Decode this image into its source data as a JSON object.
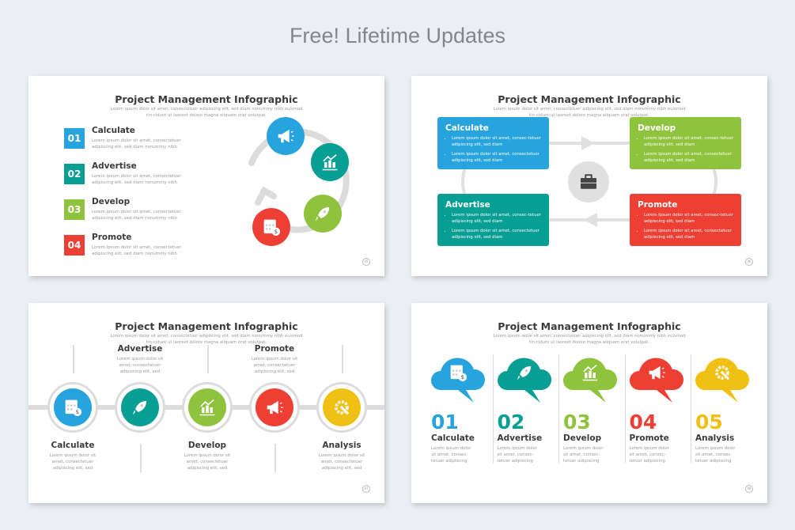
{
  "header": {
    "title": "Free! Lifetime Updates"
  },
  "colors": {
    "blue": "#27a4dd",
    "teal": "#079e94",
    "green": "#8fc33d",
    "red": "#ee3f35",
    "yellow": "#f1c014",
    "gray": "#dcdcdc"
  },
  "slides": [
    {
      "title": "Project Management Infographic",
      "subtitle": "Lorem ipsum dolor sit amet, consectetuer adipiscing elit, sed diam nonummy nibh euismod tin-cidunt ut laoreet dolore magna aliquam erat volutpat.",
      "page": "05",
      "items": [
        {
          "num": "01",
          "label": "Calculate",
          "desc": "Lorem ipsum dolor sit amet, consectetuer adipiscing elit, sed diam nonummy nibh",
          "icon": "calculator"
        },
        {
          "num": "02",
          "label": "Advertise",
          "desc": "Lorem ipsum dolor sit amet, consectetuer adipiscing elit, sed diam nonummy nibh",
          "icon": "megaphone"
        },
        {
          "num": "03",
          "label": "Develop",
          "desc": "Lorem ipsum dolor sit amet, consectetuer adipiscing elit, sed diam nonummy nibh",
          "icon": "chart"
        },
        {
          "num": "04",
          "label": "Promote",
          "desc": "Lorem ipsum dolor sit amet, consectetuer adipiscing elit, sed diam nonummy nibh",
          "icon": "rocket"
        }
      ]
    },
    {
      "title": "Project Management Infographic",
      "subtitle": "Lorem ipsum dolor sit amet, consectetuer adipiscing elit, sed diam nonummy nibh euismod tin-cidunt ut laoreet dolore magna aliquam erat volutpat.",
      "page": "06",
      "center_icon": "briefcase",
      "boxes": [
        {
          "label": "Calculate",
          "bullets": [
            "Lorem ipsum dolor sit amet, consec-tetuer adipiscing elit, sed diam",
            "Lorem ipsum dolor sit amet, consectetuer adipiscing elit, sed diam"
          ]
        },
        {
          "label": "Develop",
          "bullets": [
            "Lorem ipsum dolor sit amet, consec-tetuer adipiscing elit, sed diam",
            "Lorem ipsum dolor sit amet, consectetuer adipiscing elit, sed diam"
          ]
        },
        {
          "label": "Advertise",
          "bullets": [
            "Lorem ipsum dolor sit amet, consec-tetuer adipiscing elit, sed diam",
            "Lorem ipsum dolor sit amet, consectetuer adipiscing elit, sed diam"
          ]
        },
        {
          "label": "Promote",
          "bullets": [
            "Lorem ipsum dolor sit amet, consec-tetuer adipiscing elit, sed diam",
            "Lorem ipsum dolor sit amet, consectetuer adipiscing elit, sed diam"
          ]
        }
      ]
    },
    {
      "title": "Project Management Infographic",
      "subtitle": "Lorem ipsum dolor sit amet, consectetuer adipiscing elit, sed diam nonummy nibh euismod tin-cidunt ut laoreet dolore magna aliquam erat volutpat.",
      "page": "07",
      "steps": [
        {
          "label": "Calculate",
          "desc": "Lorem ipsum dolor sit amet, consectetuer adipiscing elit, sed",
          "icon": "calculator"
        },
        {
          "label": "Advertise",
          "desc": "Lorem ipsum dolor sit amet, consectetuer adipiscing elit, sed",
          "icon": "rocket"
        },
        {
          "label": "Develop",
          "desc": "Lorem ipsum dolor sit amet, consectetuer adipiscing elit, sed",
          "icon": "chart"
        },
        {
          "label": "Promote",
          "desc": "Lorem ipsum dolor sit amet, consectetuer adipiscing elit, sed",
          "icon": "megaphone"
        },
        {
          "label": "Analysis",
          "desc": "Lorem ipsum dolor sit amet, consectetuer adipiscing elit, sed",
          "icon": "gear-wrench"
        }
      ]
    },
    {
      "title": "Project Management Infographic",
      "subtitle": "Lorem ipsum dolor sit amet, consectetuer adipiscing elit, sed diam nonummy nibh euismod tin-cidunt ut laoreet dolore magna aliquam erat volutpat.",
      "page": "08",
      "steps": [
        {
          "num": "01",
          "label": "Calculate",
          "desc": "Lorem ipsum dolor sit amet, consec-tetuer adipiscing",
          "icon": "calculator"
        },
        {
          "num": "02",
          "label": "Advertise",
          "desc": "Lorem ipsum dolor sit amet, consec-tetuer adipiscing",
          "icon": "rocket"
        },
        {
          "num": "03",
          "label": "Develop",
          "desc": "Lorem ipsum dolor sit amet, consec-tetuer adipiscing",
          "icon": "chart"
        },
        {
          "num": "04",
          "label": "Promote",
          "desc": "Lorem ipsum dolor sit amet, consec-tetuer adipiscing",
          "icon": "megaphone"
        },
        {
          "num": "05",
          "label": "Analysis",
          "desc": "Lorem ipsum dolor sit amet, consec-tetuer adipiscing",
          "icon": "gear-wrench"
        }
      ]
    }
  ]
}
